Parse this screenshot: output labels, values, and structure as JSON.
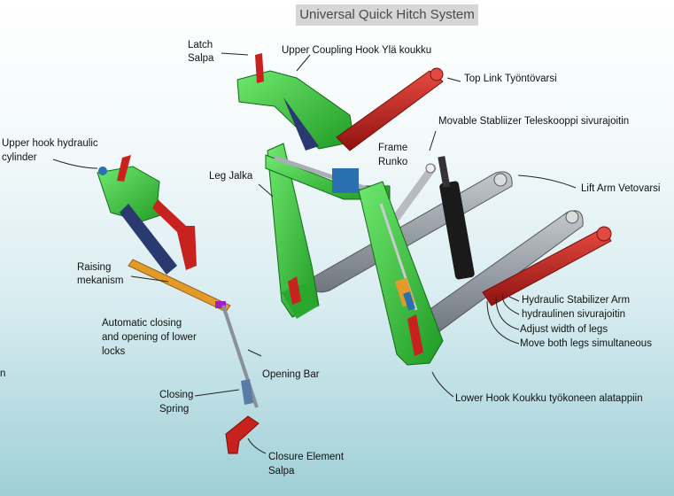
{
  "title": "Universal Quick Hitch System",
  "labels": {
    "latch": "Latch",
    "latch_fi": "Salpa",
    "upper_coupling": "Upper Coupling Hook  Ylä koukku",
    "top_link": "Top Link Työntövarsi",
    "movable_stabilizer": "Movable Stabliizer Teleskooppi sivurajoitin",
    "frame": "Frame",
    "frame_fi": "Runko",
    "upper_hook_cyl_1": "Upper hook hydraulic",
    "upper_hook_cyl_2": "cylinder",
    "leg": "Leg  Jalka",
    "lift_arm": "Lift Arm Vetovarsi",
    "raising_1": "Raising",
    "raising_2": "mekanism",
    "auto_1": "Automatic closing",
    "auto_2": "and opening of lower",
    "auto_3": "locks",
    "opening_bar": "Opening Bar",
    "closing_1": "Closing",
    "closing_2": "Spring",
    "closure_1": "Closure Element",
    "closure_2": "Salpa",
    "hyd_stab_1": "Hydraulic Stabilizer Arm",
    "hyd_stab_2": "hydraulinen sivurajoitin",
    "adjust_width": "Adjust width of legs",
    "move_both": "Move both legs simultaneous",
    "lower_hook": "Lower Hook Koukku työkoneen alatappiin",
    "edge_letter": "n"
  },
  "colors": {
    "green": "#35c83a",
    "dark_green": "#1e8a22",
    "red": "#c8221e",
    "gray": "#9aa0a8",
    "black": "#1a1a1a",
    "orange": "#e29a2a",
    "blue": "#2a6fb0",
    "purple": "#a020c0"
  }
}
